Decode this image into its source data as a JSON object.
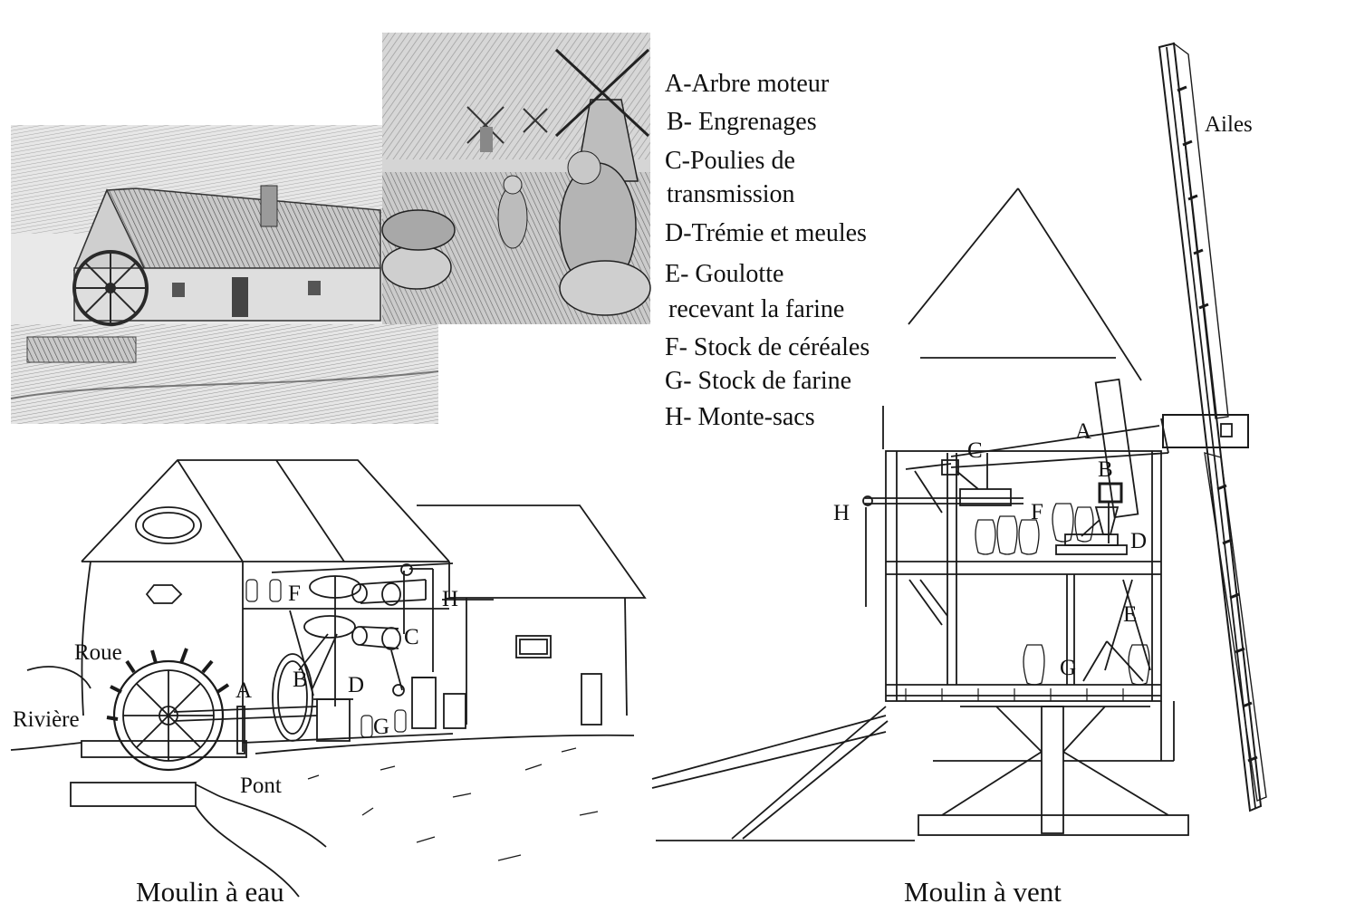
{
  "legend": [
    {
      "text": "A-Arbre moteur"
    },
    {
      "text": "B- Engrenages"
    },
    {
      "text": "C-Poulies de"
    },
    {
      "text": "transmission"
    },
    {
      "text": "D-Trémie et meules"
    },
    {
      "text": "E- Goulotte"
    },
    {
      "text": "recevant la farine"
    },
    {
      "text": "F- Stock de céréales"
    },
    {
      "text": "G- Stock de farine"
    },
    {
      "text": "H- Monte-sacs"
    }
  ],
  "water_mill": {
    "title": "Moulin à eau",
    "labels": {
      "roue": "Roue",
      "riviere": "Rivière",
      "pont": "Pont",
      "a": "A",
      "b": "B",
      "c": "C",
      "d": "D",
      "f": "F",
      "g": "G",
      "h": "H"
    }
  },
  "wind_mill": {
    "title": "Moulin à vent",
    "labels": {
      "ailes": "Ailes",
      "a": "A",
      "b": "B",
      "c": "C",
      "d": "D",
      "e": "E",
      "f": "F",
      "g": "G",
      "h": "H"
    }
  }
}
